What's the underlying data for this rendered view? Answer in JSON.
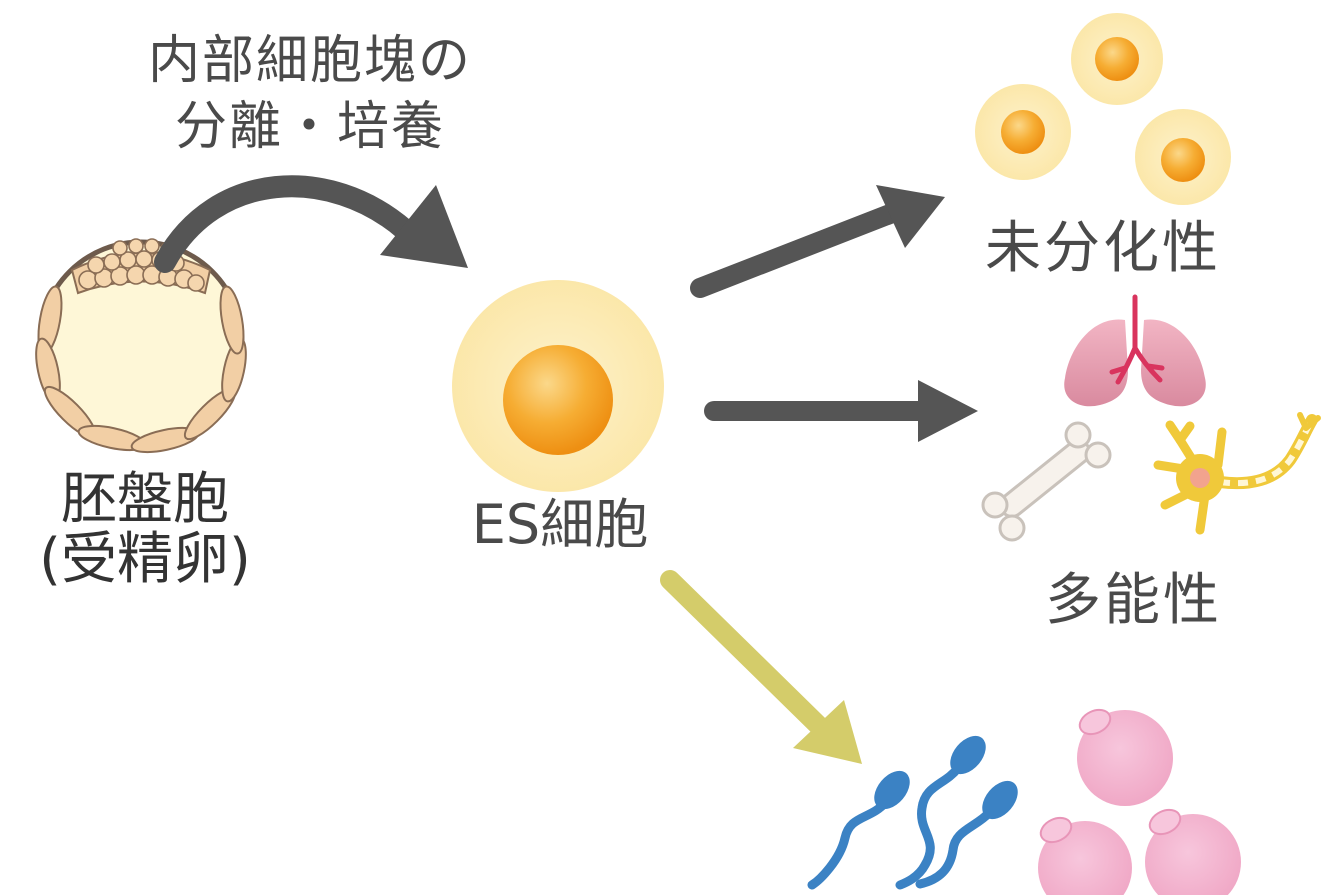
{
  "labels": {
    "isolation_line1": "内部細胞塊の",
    "isolation_line2": "分離・培養",
    "blastocyst_line1": "胚盤胞",
    "blastocyst_line2": "(受精卵)",
    "es_cell": "ES細胞",
    "undifferentiated": "未分化性",
    "pluripotent": "多能性"
  },
  "colors": {
    "arrow_dark": "#555555",
    "arrow_yellow": "#d4cc6a",
    "cell_outer": "#fbe9b3",
    "cell_nucleus": "#f5a623",
    "blasto_fill": "#fef7d7",
    "blasto_cells": "#f2cfa5",
    "lung": "#e89aae",
    "bronchi": "#d9345e",
    "bone": "#f4efe9",
    "neuron": "#f0c93a",
    "sperm": "#3b82c4",
    "egg": "#f3b3cf"
  },
  "icons": [
    "blastocyst-icon",
    "es-cell-icon",
    "undifferentiated-cell-icon",
    "lung-icon",
    "bone-icon",
    "neuron-icon",
    "sperm-icon",
    "egg-icon"
  ]
}
